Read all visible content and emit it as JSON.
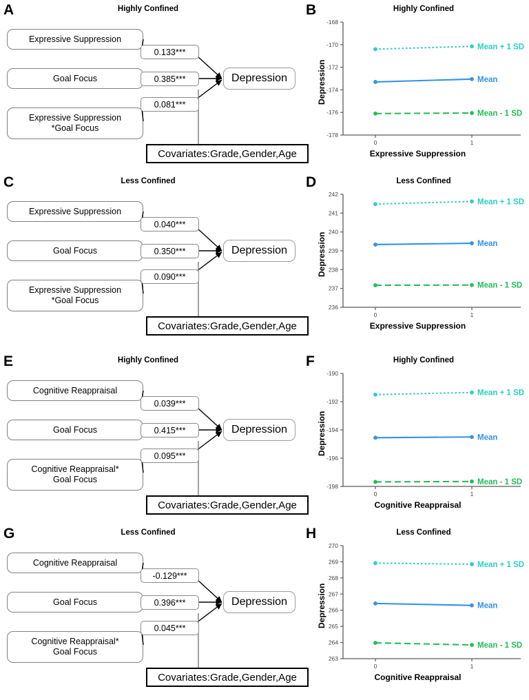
{
  "figure": {
    "panel_letters": [
      "A",
      "B",
      "C",
      "D",
      "E",
      "F",
      "G",
      "H"
    ],
    "axis": {
      "ylabel": "Depression",
      "xtick_labels": [
        "0",
        "1"
      ]
    },
    "series_labels": {
      "high": "Mean + 1 SD",
      "mean": "Mean",
      "low": "Mean - 1 SD"
    },
    "colors": {
      "high": "#2BD0C0",
      "mean": "#3392E8",
      "low": "#22BE55",
      "axis": "#555555"
    }
  },
  "panels": [
    {
      "letter": "A",
      "title": "Highly Confined",
      "predictor": "Expressive Suppression",
      "mediator": "Goal Focus",
      "interaction_line1": "Expressive Suppression",
      "interaction_line2": "*Goal Focus",
      "outcome": "Depression",
      "covariates": "Covariates:Grade,Gender,Age",
      "coef_top": "0.133***",
      "coef_mid": "0.385***",
      "coef_bot": "0.081***"
    },
    {
      "letter": "C",
      "title": "Less Confined",
      "predictor": "Expressive Suppression",
      "mediator": "Goal Focus",
      "interaction_line1": "Expressive Suppression",
      "interaction_line2": "*Goal Focus",
      "outcome": "Depression",
      "covariates": "Covariates:Grade,Gender,Age",
      "coef_top": "0.040***",
      "coef_mid": "0.350***",
      "coef_bot": "0.090***"
    },
    {
      "letter": "E",
      "title": "Highly Confined",
      "predictor": "Cognitive Reappraisal",
      "mediator": "Goal Focus",
      "interaction_line1": "Cognitive Reappraisal*",
      "interaction_line2": "Goal Focus",
      "outcome": "Depression",
      "covariates": "Covariates:Grade,Gender,Age",
      "coef_top": "0.039***",
      "coef_mid": "0.415***",
      "coef_bot": "0.095***"
    },
    {
      "letter": "G",
      "title": "Less Confined",
      "predictor": "Cognitive Reappraisal",
      "mediator": "Goal Focus",
      "interaction_line1": "Cognitive Reappraisal*",
      "interaction_line2": "Goal Focus",
      "outcome": "Depression",
      "covariates": "Covariates:Grade,Gender,Age",
      "coef_top": "-0.129***",
      "coef_mid": "0.396***",
      "coef_bot": "0.045***"
    }
  ],
  "chart_data": [
    {
      "panel": "B",
      "type": "line",
      "title": "Highly Confined",
      "xlabel": "Expressive Suppression",
      "ylabel": "Depression",
      "x": [
        0,
        1
      ],
      "xtick_labels": [
        "0",
        "1"
      ],
      "ylim": [
        -178,
        -168
      ],
      "yticks": [
        -178,
        -176,
        -174,
        -172,
        -170,
        -168
      ],
      "ytick_labels": [
        "-178",
        "-176",
        "-174",
        "-172",
        "-170",
        "-168"
      ],
      "grid": false,
      "legend_position": "right-inline",
      "series": [
        {
          "name": "Mean + 1 SD",
          "values": [
            -170.4,
            -170.15
          ],
          "color": "#2BD0C0",
          "dash": "dotted"
        },
        {
          "name": "Mean",
          "values": [
            -173.3,
            -173.05
          ],
          "color": "#3392E8",
          "dash": "solid"
        },
        {
          "name": "Mean - 1 SD",
          "values": [
            -176.1,
            -176.05
          ],
          "color": "#22BE55",
          "dash": "dashed"
        }
      ]
    },
    {
      "panel": "D",
      "type": "line",
      "title": "Less Confined",
      "xlabel": "Expressive Suppression",
      "ylabel": "Depression",
      "x": [
        0,
        1
      ],
      "xtick_labels": [
        "0",
        "1"
      ],
      "ylim": [
        236,
        242
      ],
      "yticks": [
        236,
        237,
        238,
        239,
        240,
        241,
        242
      ],
      "ytick_labels": [
        "236",
        "237",
        "238",
        "239",
        "240",
        "241",
        "242"
      ],
      "grid": false,
      "legend_position": "right-inline",
      "series": [
        {
          "name": "Mean + 1 SD",
          "values": [
            241.48,
            241.62
          ],
          "color": "#2BD0C0",
          "dash": "dotted"
        },
        {
          "name": "Mean",
          "values": [
            239.33,
            239.4
          ],
          "color": "#3392E8",
          "dash": "solid"
        },
        {
          "name": "Mean - 1 SD",
          "values": [
            237.17,
            237.18
          ],
          "color": "#22BE55",
          "dash": "dashed"
        }
      ]
    },
    {
      "panel": "F",
      "type": "line",
      "title": "Highly Confined",
      "xlabel": "Cognitive Reappraisal",
      "ylabel": "Depression",
      "x": [
        0,
        1
      ],
      "xtick_labels": [
        "0",
        "1"
      ],
      "ylim": [
        -198,
        -190
      ],
      "yticks": [
        -198,
        -196,
        -194,
        -192,
        -190
      ],
      "ytick_labels": [
        "-198",
        "-196",
        "-194",
        "-192",
        "-190"
      ],
      "grid": false,
      "legend_position": "right-inline",
      "series": [
        {
          "name": "Mean + 1 SD",
          "values": [
            -191.5,
            -191.35
          ],
          "color": "#2BD0C0",
          "dash": "dotted"
        },
        {
          "name": "Mean",
          "values": [
            -194.55,
            -194.5
          ],
          "color": "#3392E8",
          "dash": "solid"
        },
        {
          "name": "Mean - 1 SD",
          "values": [
            -197.68,
            -197.65
          ],
          "color": "#22BE55",
          "dash": "dashed"
        }
      ]
    },
    {
      "panel": "H",
      "type": "line",
      "title": "Less Confined",
      "xlabel": "Cognitive Reappraisal",
      "ylabel": "Depression",
      "x": [
        0,
        1
      ],
      "xtick_labels": [
        "0",
        "1"
      ],
      "ylim": [
        263,
        270
      ],
      "yticks": [
        263,
        264,
        265,
        266,
        267,
        268,
        269,
        270
      ],
      "ytick_labels": [
        "263",
        "264",
        "265",
        "266",
        "267",
        "268",
        "269",
        "270"
      ],
      "grid": false,
      "legend_position": "right-inline",
      "series": [
        {
          "name": "Mean + 1 SD",
          "values": [
            268.92,
            268.85
          ],
          "color": "#2BD0C0",
          "dash": "dotted"
        },
        {
          "name": "Mean",
          "values": [
            266.42,
            266.3
          ],
          "color": "#3392E8",
          "dash": "solid"
        },
        {
          "name": "Mean - 1 SD",
          "values": [
            263.98,
            263.85
          ],
          "color": "#22BE55",
          "dash": "dashed"
        }
      ]
    }
  ]
}
